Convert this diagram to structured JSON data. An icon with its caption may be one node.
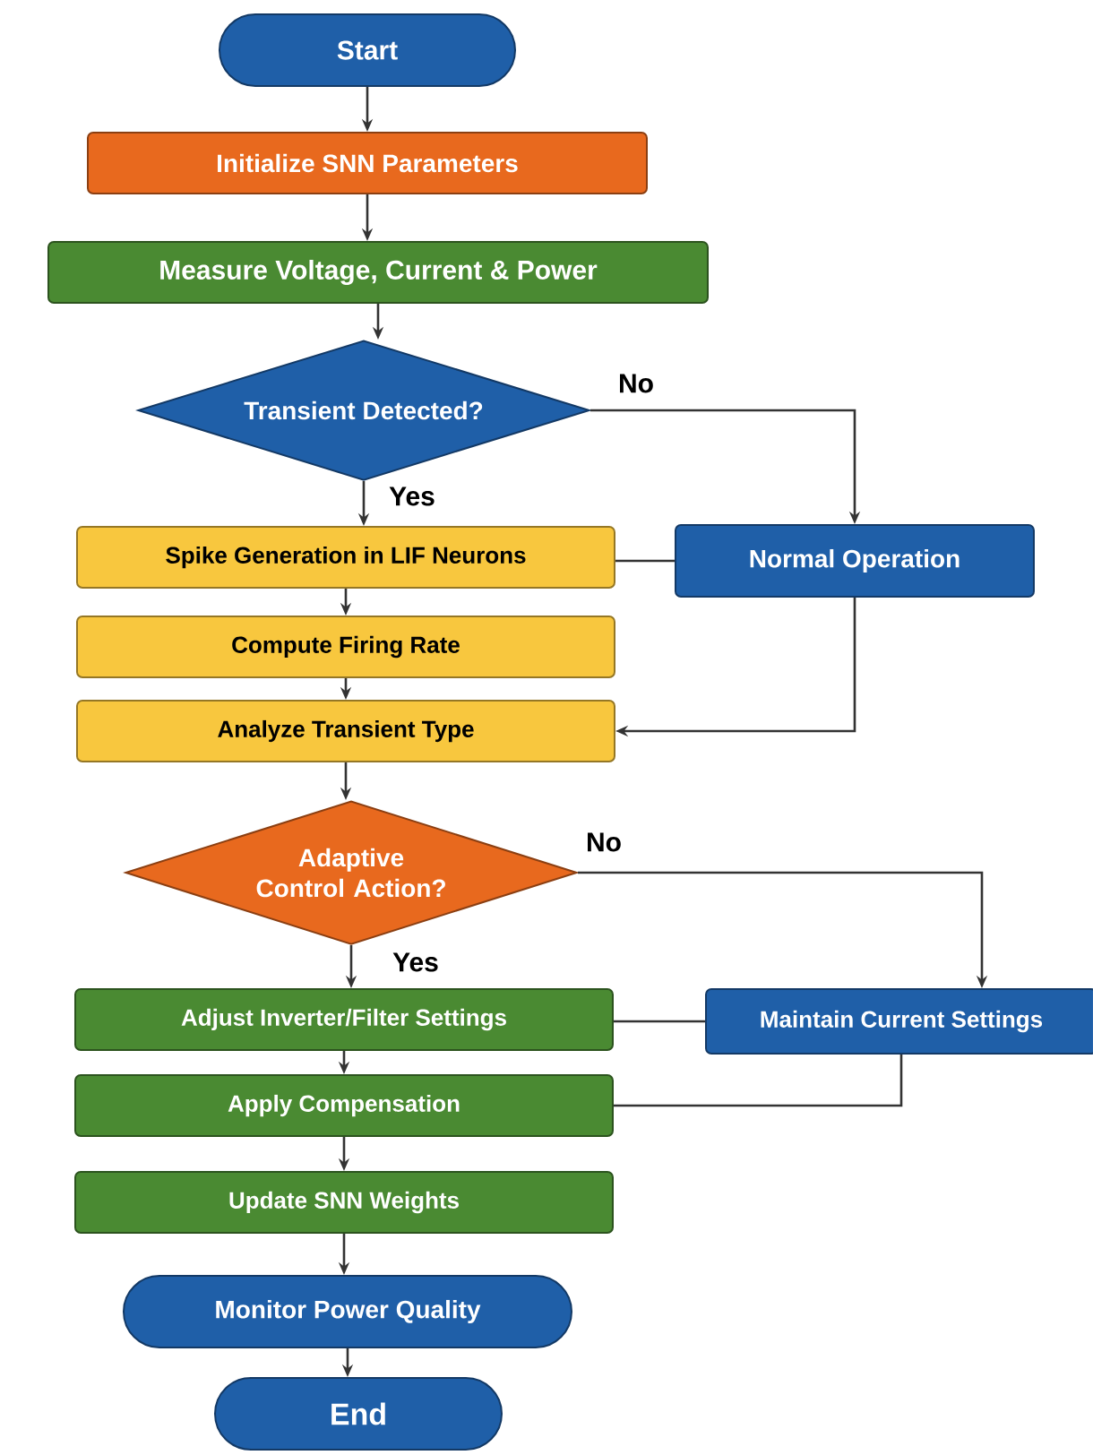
{
  "diagram": {
    "nodes": [
      {
        "text": [
          "Start"
        ]
      },
      {
        "text": [
          "Initialize SNN Parameters"
        ]
      },
      {
        "text": [
          "Measure Voltage, Current & Power"
        ]
      },
      {
        "text": [
          "Transient Detected?"
        ]
      },
      {
        "text": [
          "Spike Generation in LIF Neurons"
        ]
      },
      {
        "text": [
          "Normal Operation"
        ]
      },
      {
        "text": [
          "Compute Firing Rate"
        ]
      },
      {
        "text": [
          "Analyze Transient Type"
        ]
      },
      {
        "text": [
          "Adaptive Control Action?"
        ]
      },
      {
        "text": [
          "Adjust Inverter/Filter Settings"
        ]
      },
      {
        "text": [
          "Maintain Current Settings"
        ]
      },
      {
        "text": [
          "Apply Compensation"
        ]
      },
      {
        "text": [
          "Update SNN Weights"
        ]
      },
      {
        "text": [
          "Monitor Power Quality"
        ]
      },
      {
        "text": [
          "End"
        ]
      }
    ],
    "edges": [
      {
        "from": 0,
        "to": 1,
        "arrow": "to"
      },
      {
        "from": 1,
        "to": 2,
        "arrow": "to"
      },
      {
        "from": 2,
        "to": 3,
        "arrow": "to"
      },
      {
        "from": 3,
        "to": 4,
        "arrow": "to",
        "label": "Yes"
      },
      {
        "from": 3,
        "to": 5,
        "arrow": "to",
        "label": "No"
      },
      {
        "from": 5,
        "to": 4,
        "arrow": "none"
      },
      {
        "from": 4,
        "to": 6,
        "arrow": "to"
      },
      {
        "from": 6,
        "to": 7,
        "arrow": "to"
      },
      {
        "from": 5,
        "to": 7,
        "arrow": "to"
      },
      {
        "from": 7,
        "to": 8,
        "arrow": "to"
      },
      {
        "from": 8,
        "to": 9,
        "arrow": "to",
        "label": "Yes"
      },
      {
        "from": 8,
        "to": 10,
        "arrow": "to",
        "label": "No"
      },
      {
        "from": 10,
        "to": 9,
        "arrow": "none"
      },
      {
        "from": 9,
        "to": 11,
        "arrow": "to"
      },
      {
        "from": 10,
        "to": 11,
        "arrow": "none"
      },
      {
        "from": 11,
        "to": 12,
        "arrow": "to"
      },
      {
        "from": 12,
        "to": 13,
        "arrow": "to"
      },
      {
        "from": 13,
        "to": 14,
        "arrow": "to"
      }
    ]
  }
}
